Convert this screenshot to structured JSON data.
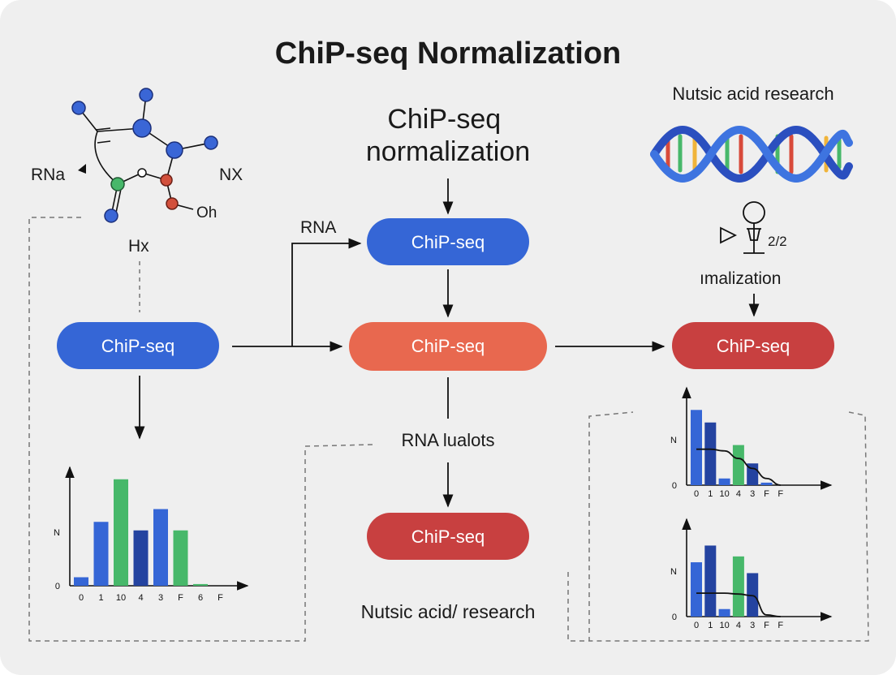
{
  "title": "ChiP-seq Normalization",
  "center_heading": [
    "ChiP-seq",
    "normalization"
  ],
  "top_right_label": "Nutsic acid research",
  "molecule_labels": {
    "rna": "RNa",
    "nx": "NX",
    "oh": "Oh",
    "hx": "Hx"
  },
  "pipette_label": "2/2",
  "normalization_label": "ımalization",
  "rna_arrow_label": "RNA",
  "rna_lualots_label": "RNA lualots",
  "bottom_label": "Nutsic acid/ research",
  "nodes": {
    "left": "ChiP-seq",
    "center_top": "ChiP-seq",
    "center_mid": "ChiP-seq",
    "center_bottom": "ChiP-seq",
    "right": "ChiP-seq"
  },
  "colors": {
    "blue": "#3566d6",
    "orange": "#e8684f",
    "red": "#c84040",
    "green": "#47b86a",
    "navy": "#2443a0"
  },
  "chart_data": [
    {
      "type": "bar",
      "ylabel": "N",
      "categories": [
        "0",
        "1",
        "10",
        "4",
        "3",
        "F",
        "6",
        "F"
      ],
      "y_ticks": [
        "0"
      ],
      "values": [
        1,
        7.5,
        12.5,
        6.5,
        9,
        6.5,
        0.2
      ],
      "bar_colors": [
        "blue",
        "blue",
        "green",
        "navy",
        "blue",
        "green",
        "green"
      ]
    },
    {
      "type": "bar",
      "ylabel": "N",
      "categories": [
        "0",
        "1",
        "10",
        "4",
        "3",
        "F",
        "F"
      ],
      "y_ticks": [
        "0"
      ],
      "values": [
        9,
        7.5,
        0.8,
        4.8,
        2.6,
        0.3
      ],
      "bar_colors": [
        "blue",
        "navy",
        "blue",
        "green",
        "navy",
        "blue"
      ],
      "curve": [
        [
          0,
          4.3
        ],
        [
          1,
          4.3
        ],
        [
          2,
          4.1
        ],
        [
          3,
          3.2
        ],
        [
          4,
          2.0
        ],
        [
          5,
          0.8
        ],
        [
          6,
          0
        ]
      ]
    },
    {
      "type": "bar",
      "ylabel": "N",
      "categories": [
        "0",
        "1",
        "10",
        "4",
        "3",
        "F",
        "F"
      ],
      "y_ticks": [
        "0"
      ],
      "values": [
        6.5,
        8.5,
        0.9,
        7.2,
        5.2
      ],
      "bar_colors": [
        "blue",
        "navy",
        "blue",
        "green",
        "navy"
      ],
      "curve": [
        [
          0,
          2.8
        ],
        [
          1,
          2.8
        ],
        [
          2,
          2.8
        ],
        [
          3,
          2.7
        ],
        [
          4,
          2.5
        ],
        [
          5,
          0.2
        ],
        [
          6,
          0
        ]
      ]
    }
  ]
}
